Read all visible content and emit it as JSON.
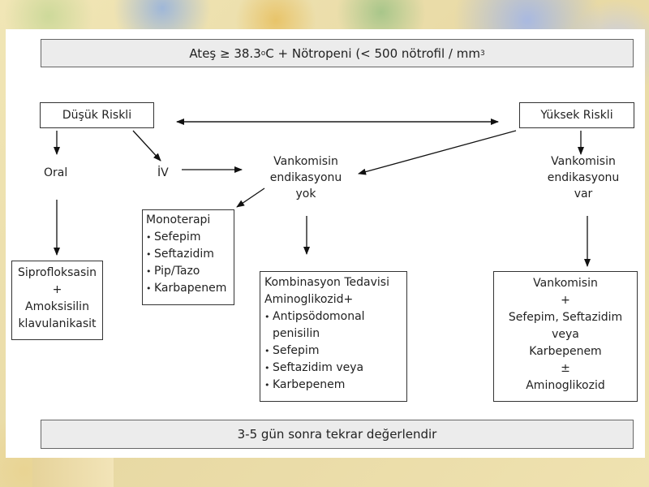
{
  "header": {
    "prefix": "Ateş ≥ 38.3 ",
    "degree_sup": "o",
    "middle": "C + Nötropeni (< 500 nötrofil / mm",
    "cube_sup": "3"
  },
  "footer": {
    "text": "3-5 gün sonra tekrar değerlendir"
  },
  "low_risk": {
    "label": "Düşük Riskli"
  },
  "high_risk": {
    "label": "Yüksek Riskli"
  },
  "oral": {
    "label": "Oral"
  },
  "iv": {
    "label": "İV"
  },
  "vanc_no": {
    "lines": [
      "Vankomisin",
      "endikasyonu",
      "yok"
    ]
  },
  "vanc_yes": {
    "lines": [
      "Vankomisin",
      "endikasyonu",
      "var"
    ]
  },
  "oral_box": {
    "lines": [
      "Siprofloksasin",
      "+",
      "Amoksisilin",
      "klavulanikasit"
    ]
  },
  "monotherapy": {
    "title": "Monoterapi",
    "items": [
      "Sefepim",
      "Seftazidim",
      "Pip/Tazo",
      "Karbapenem"
    ]
  },
  "combination": {
    "title": "Kombinasyon Tedavisi",
    "subtitle": "Aminoglikozid+",
    "items": [
      "Antipsödomonal",
      "Sefepim",
      "Seftazidim veya",
      "Karbepenem"
    ],
    "item0_cont": "penisilin"
  },
  "vanc_box": {
    "lines": [
      "Vankomisin",
      "+",
      "Sefepim, Seftazidim",
      "veya",
      "Karbepenem",
      "±",
      "Aminoglikozid"
    ]
  }
}
